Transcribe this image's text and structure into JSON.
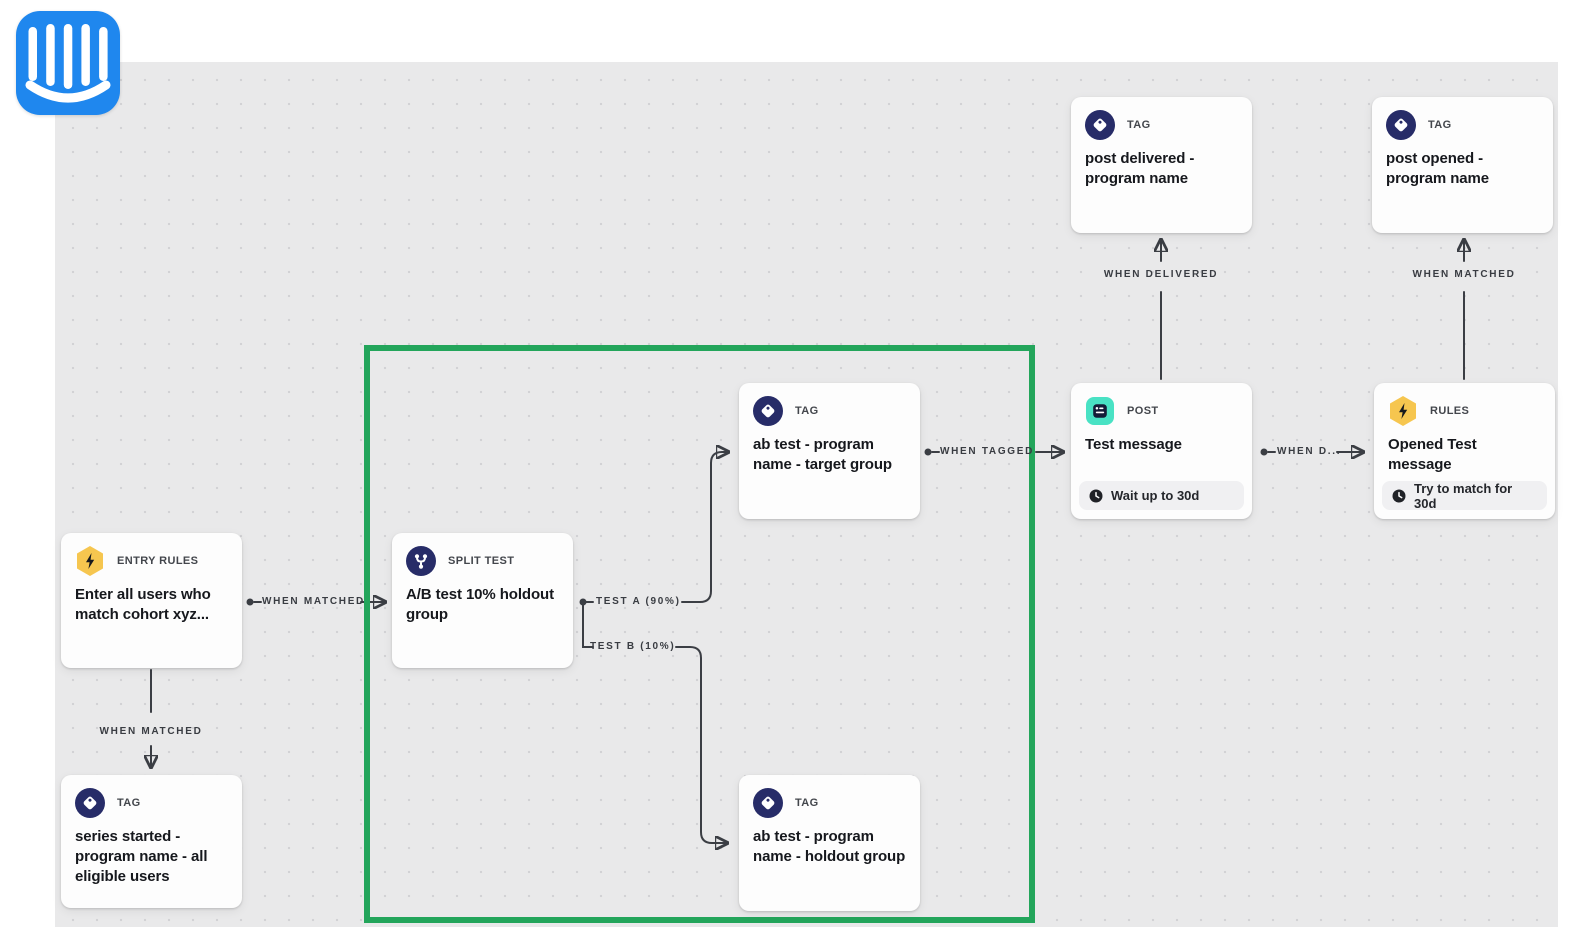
{
  "logo": {
    "name": "intercom-logo",
    "color": "#1f87ee"
  },
  "nodes": [
    {
      "type": "ENTRY RULES",
      "icon": "lightning-hexagon",
      "body": "Enter all users who match cohort xyz..."
    },
    {
      "type": "TAG",
      "icon": "tag",
      "body": "series started - program name - all eligible users"
    },
    {
      "type": "SPLIT TEST",
      "icon": "split",
      "body": "A/B test 10% holdout group"
    },
    {
      "type": "TAG",
      "icon": "tag",
      "body": "ab test - program name - target group"
    },
    {
      "type": "TAG",
      "icon": "tag",
      "body": "ab test - program name - holdout group"
    },
    {
      "type": "POST",
      "icon": "post",
      "body": "Test message",
      "footer": "Wait up to 30d"
    },
    {
      "type": "RULES",
      "icon": "lightning-hexagon",
      "body": "Opened Test message",
      "footer": "Try to match for 30d"
    },
    {
      "type": "TAG",
      "icon": "tag",
      "body": "post delivered - program name"
    },
    {
      "type": "TAG",
      "icon": "tag",
      "body": "post opened - program name"
    }
  ],
  "edge_labels": {
    "entry_to_split": "WHEN MATCHED",
    "entry_to_series": "WHEN MATCHED",
    "test_a": "TEST A (90%)",
    "test_b": "TEST B (10%)",
    "target_to_post": "WHEN TAGGED",
    "post_to_rules": "WHEN D...",
    "post_to_delivered": "WHEN DELIVERED",
    "rules_to_opened": "WHEN MATCHED"
  },
  "colors": {
    "highlight_green": "#23a55b",
    "navy_icon": "#272c68",
    "yellow_icon": "#f6c64f",
    "teal_icon": "#49e2c4",
    "logo_blue": "#1f87ee",
    "connector": "#3b3e44",
    "canvas_background": "#e9e9ea"
  }
}
